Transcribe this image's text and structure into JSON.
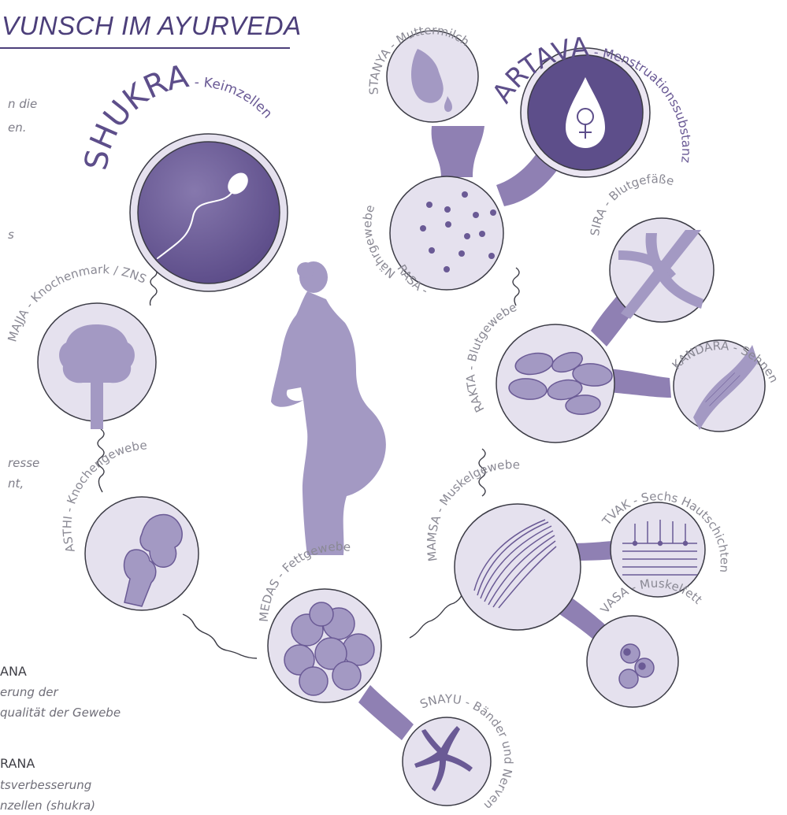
{
  "page": {
    "title": "VUNSCH IM AYURVEDA",
    "intro_fragments": [
      "n die",
      "en.",
      "s"
    ],
    "mid_fragments": [
      "resse",
      "nt,"
    ]
  },
  "legend": [
    {
      "heading": "ANA",
      "lines": [
        "erung der",
        "qualität der Gewebe"
      ]
    },
    {
      "heading": "RANA",
      "lines": [
        "tsverbesserung",
        "nzellen (shukra)"
      ]
    }
  ],
  "colors": {
    "accent_dark": "#6a5a95",
    "accent_mid": "#8f80b3",
    "circle_fill": "#e5e1ee",
    "icon_fill": "#a399c3",
    "label_gray": "#8a8994"
  },
  "nodes": {
    "shukra": {
      "name": "SHUKRA",
      "desc": "Keimzellen",
      "icon": "sperm-icon"
    },
    "artava": {
      "name": "ARTAVA",
      "desc": "Menstruationssubstanz",
      "icon": "female-drop-icon"
    },
    "stanya": {
      "name": "STANYA",
      "desc": "Muttermilch",
      "icon": "breast-icon"
    },
    "rasa": {
      "name": "RASA",
      "desc": "Nährgewebe",
      "icon": "dots-icon"
    },
    "sira": {
      "name": "SIRA",
      "desc": "Blutgefäße",
      "icon": "vessel-icon"
    },
    "rakta": {
      "name": "RAKTA",
      "desc": "Blutgewebe",
      "icon": "blood-cells-icon"
    },
    "kandara": {
      "name": "KANDARA",
      "desc": "Sehnen",
      "icon": "tendon-icon"
    },
    "mamsa": {
      "name": "MAMSA",
      "desc": "Muskelgewebe",
      "icon": "muscle-icon"
    },
    "tvak": {
      "name": "TVAK",
      "desc": "Sechs Hautschichten",
      "icon": "skin-layers-icon"
    },
    "vasa": {
      "name": "VASA",
      "desc": "Muskelfett",
      "icon": "fat-cells-icon"
    },
    "medas": {
      "name": "MEDAS",
      "desc": "Fettgewebe",
      "icon": "fat-tissue-icon"
    },
    "snayu": {
      "name": "SNAYU",
      "desc": "Bänder und Nerven",
      "icon": "nerve-cell-icon"
    },
    "asthi": {
      "name": "ASTHI",
      "desc": "Knochengewebe",
      "icon": "bone-joint-icon"
    },
    "majja": {
      "name": "MAJJA",
      "desc": "Knochenmark / ZNS",
      "icon": "brain-icon"
    }
  },
  "center_icon": "pregnant-woman-icon"
}
